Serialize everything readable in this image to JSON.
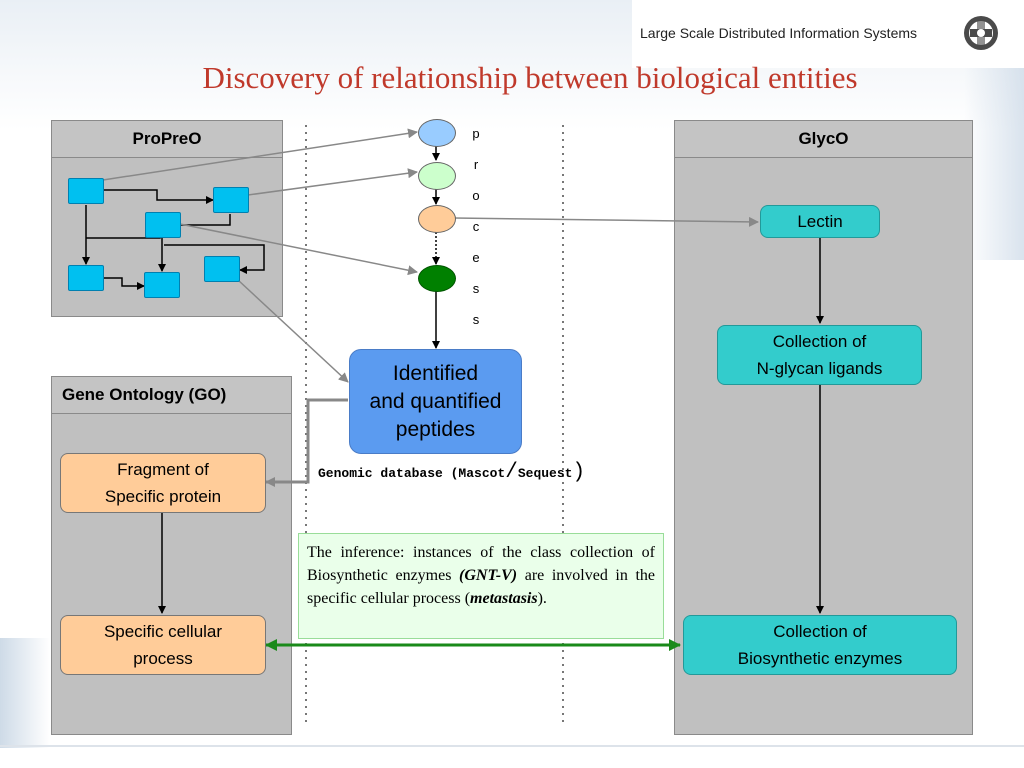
{
  "header": {
    "course_name": "Large Scale Distributed Information Systems"
  },
  "slide": {
    "title": "Discovery of relationship between biological entities"
  },
  "propreo": {
    "title": "ProPreO"
  },
  "go_panel": {
    "title": "Gene Ontology (GO)",
    "fragment": "Fragment of\nSpecific protein",
    "cellular": "Specific cellular\nprocess"
  },
  "glyco": {
    "title": "GlycO",
    "lectin": "Lectin",
    "nglycan": "Collection of\nN-glycan ligands",
    "biosynthetic": "Collection of\nBiosynthetic enzymes"
  },
  "process": {
    "letters": [
      "p",
      "r",
      "o",
      "c",
      "e",
      "s",
      "s"
    ]
  },
  "peptides": {
    "label": "Identified\nand quantified\npeptides"
  },
  "database": {
    "label": "Genomic database (Mascot",
    "slash": "/",
    "label2": "Sequest",
    "close": ")"
  },
  "inference": {
    "part1": "The inference: instances of the class collection of Biosynthetic enzymes ",
    "em1": "(GNT-V)",
    "part2": " are involved in the specific cellular process (",
    "em2": "metastasis",
    "part3": ")."
  },
  "colors": {
    "title": "#c0392b",
    "panel": "#c0c0c0",
    "peach": "#ffcc99",
    "teal": "#33cccc",
    "cyan_square": "#00c0f0",
    "peptide_blue": "#5b9bf0",
    "green_arrow": "#1a8a1a",
    "inference_bg": "#eaffea"
  },
  "icons": {
    "logo": "gear-logo-icon"
  }
}
